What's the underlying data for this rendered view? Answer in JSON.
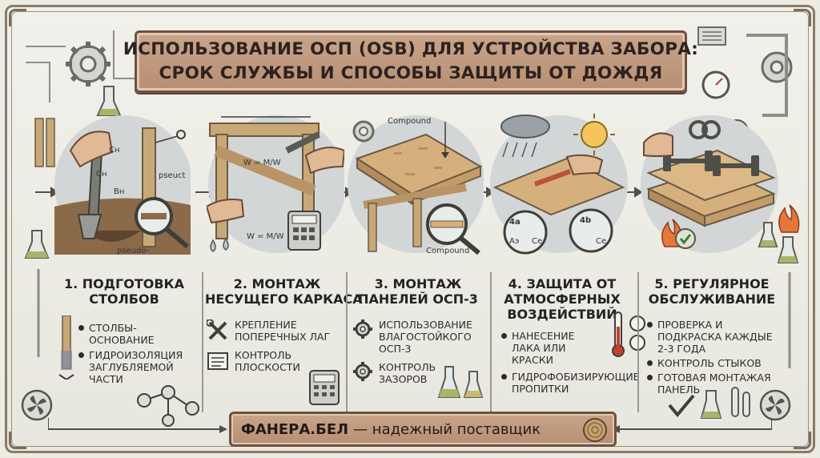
{
  "title": {
    "line1": "ИСПОЛЬЗОВАНИЕ ОСП (OSB) ДЛЯ УСТРОЙСТВА ЗАБОРА:",
    "line2": "СРОК СЛУЖБЫ И СПОСОБЫ ЗАЩИТЫ ОТ ДОЖДЯ"
  },
  "steps": [
    {
      "title_line1": "1. ПОДГОТОВКА",
      "title_line2": "СТОЛБОВ",
      "items": [
        "СТОЛБЫ-ОСНОВАНИЕ",
        "ГИДРОИЗОЛЯЦИЯ ЗАГЛУБЛЯЕМОЙ ЧАСТИ"
      ],
      "illustration_labels": [
        "Cн",
        "Cн",
        "Bн",
        "pseuct",
        "pseudo-"
      ]
    },
    {
      "title_line1": "2. МОНТАЖ",
      "title_line2": "НЕСУЩЕГО КАРКАСА",
      "items": [
        "КРЕПЛЕНИЕ ПОПЕРЕЧНЫХ ЛАГ",
        "КОНТРОЛЬ ПЛОСКОСТИ"
      ],
      "illustration_labels": [
        "W = M/W",
        "W = M/W"
      ]
    },
    {
      "title_line1": "3. МОНТАЖ",
      "title_line2": "ПАНЕЛЕЙ ОСП-3",
      "items": [
        "ИСПОЛЬЗОВАНИЕ ВЛАГОСТОЙКОГО ОСП-3",
        "КОНТРОЛЬ ЗАЗОРОВ"
      ],
      "illustration_labels": [
        "Compound",
        "Compound"
      ]
    },
    {
      "title_line1": "4. ЗАЩИТА ОТ",
      "title_line2": "АТМОСФЕРНЫХ",
      "title_line3": "ВОЗДЕЙСТВИЙ",
      "items": [
        "НАНЕСЕНИЕ ЛАКА ИЛИ КРАСКИ",
        "ГИДРОФОБИЗИРУЮЩИЕ ПРОПИТКИ"
      ],
      "illustration_labels": [
        "4a",
        "4b",
        "Aэ",
        "Cе",
        "Cе"
      ]
    },
    {
      "title_line1": "5. РЕГУЛЯРНОЕ",
      "title_line2": "ОБСЛУЖИВАНИЕ",
      "items": [
        "ПРОВЕРКА И ПОДКРАСКА КАЖДЫЕ 2-3 ГОДА",
        "КОНТРОЛЬ СТЫКОВ",
        "ГОТОВАЯ МОНТАЖАЯ ПАНЕЛЬ"
      ]
    }
  ],
  "footer": {
    "brand": "ФАНЕРА.БЕЛ",
    "tagline": "— надежный поставщик"
  },
  "colors": {
    "banner": "#c2a085",
    "banner_border": "#6e5140",
    "background": "#ecebe4",
    "wood": "#d6b07c"
  }
}
